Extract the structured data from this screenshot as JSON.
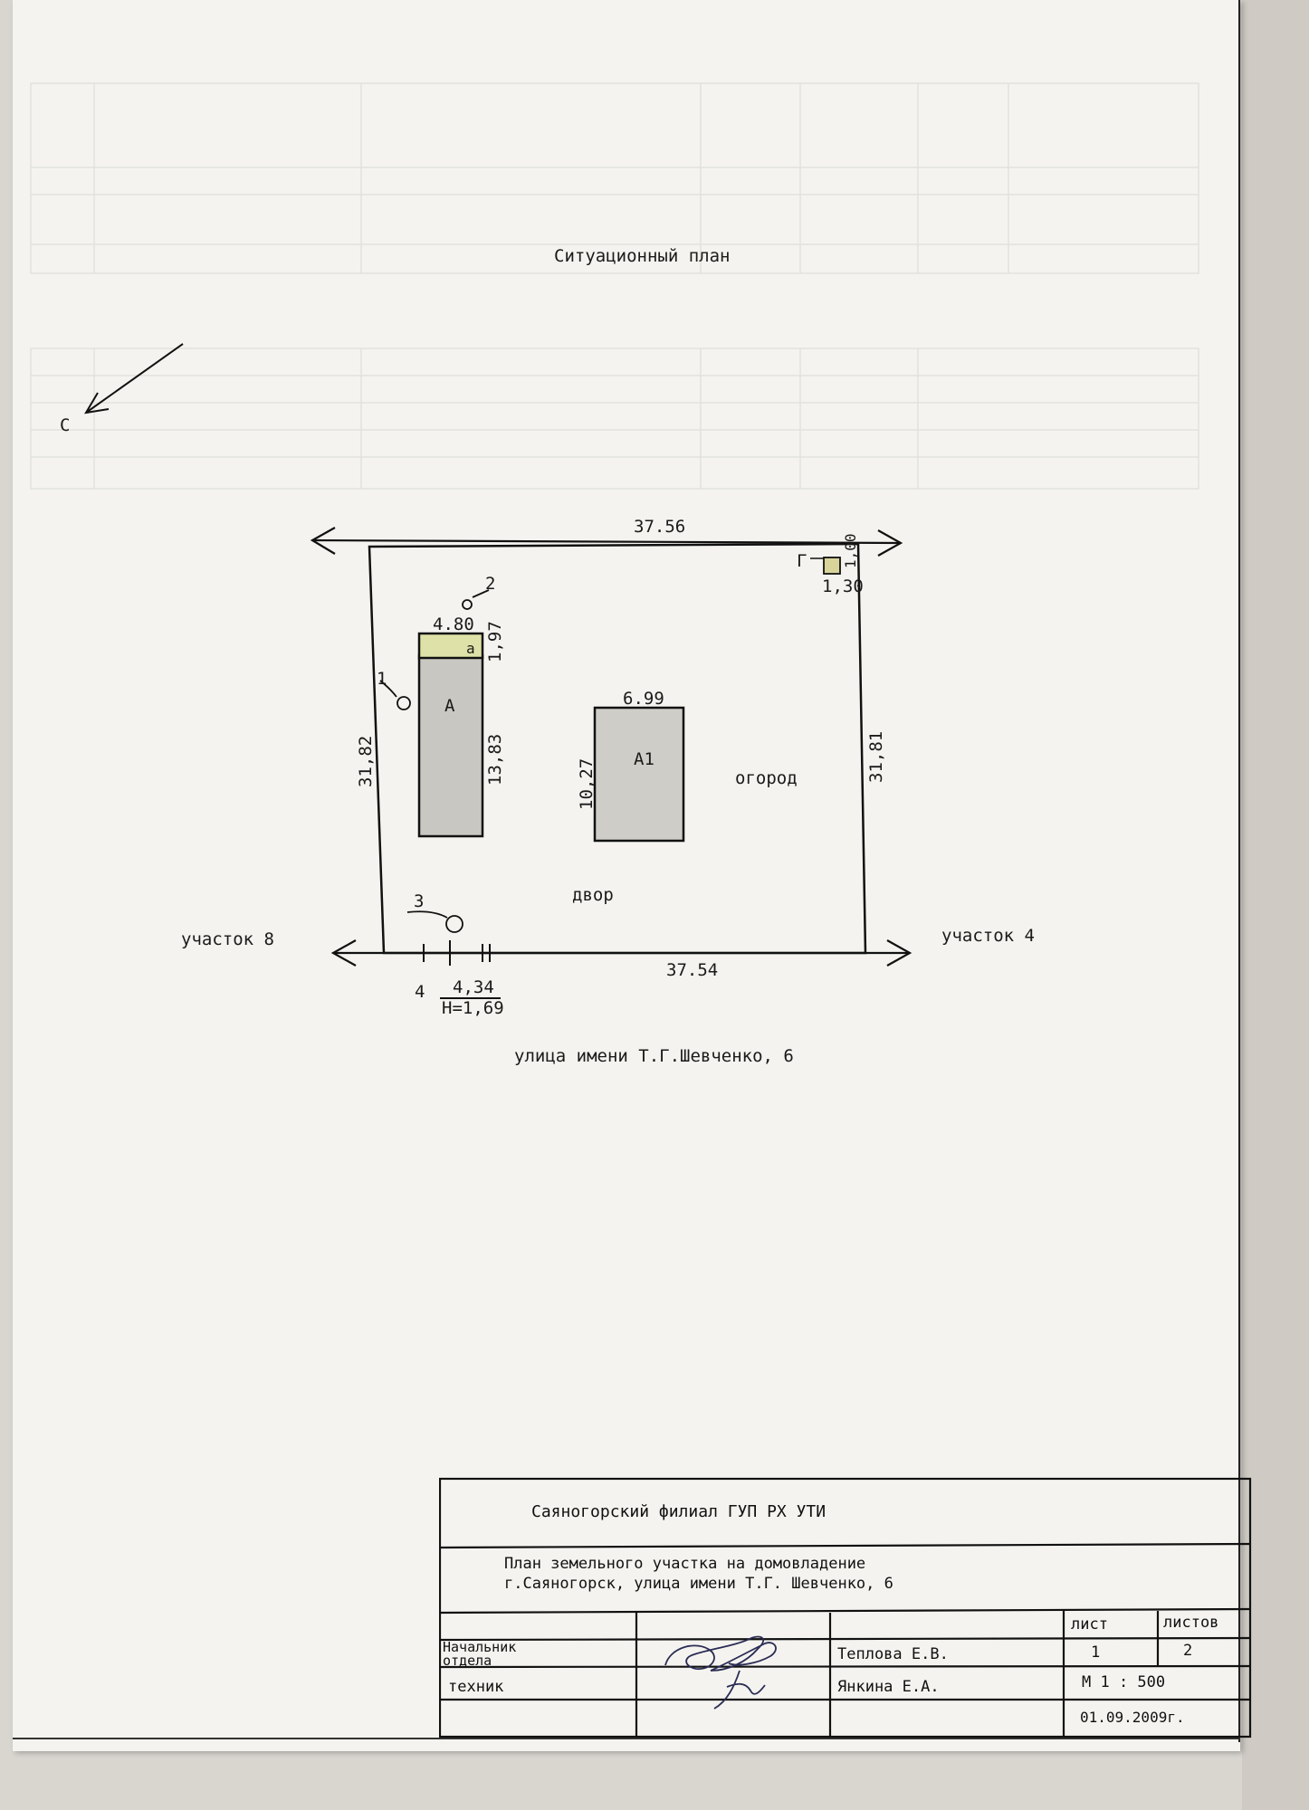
{
  "plan": {
    "title": "Ситуационный план",
    "north_letter": "С",
    "top_width": "37.56",
    "bottom_width": "37.54",
    "left_length": "31,82",
    "right_length": "31,81",
    "house_a": {
      "label": "А",
      "width": "4.80",
      "length": "13,83",
      "porch_label": "а",
      "porch_length": "1,97"
    },
    "house_a1": {
      "label": "А1",
      "width": "6.99",
      "length": "10,27"
    },
    "shed_g": {
      "label": "Г",
      "width": "1,30",
      "length": "1,00"
    },
    "markers": [
      "1",
      "2",
      "3",
      "4"
    ],
    "gate": {
      "width": "4,34",
      "height": "Н=1,69"
    },
    "garden_label": "огород",
    "yard_label": "двор",
    "neighbor_left": "участок 8",
    "neighbor_right": "участок 4",
    "street": "улица имени Т.Г.Шевченко, 6"
  },
  "title_block": {
    "organization": "Саяногорский филиал ГУП РХ УТИ",
    "doc_title_line1": "План земельного участка на домовладение",
    "doc_title_line2": "г.Саяногорск,   улица имени Т.Г. Шевченко, 6",
    "sheet_label": "лист",
    "sheets_label": "листов",
    "sheet_no": "1",
    "sheets_total": "2",
    "role1_line1": "Начальник",
    "role1_line2": "отдела",
    "name1": "Теплова Е.В.",
    "role2": "техник",
    "name2": "Янкина Е.А.",
    "scale": "М 1 : 500",
    "date": "01.09.2009г."
  }
}
